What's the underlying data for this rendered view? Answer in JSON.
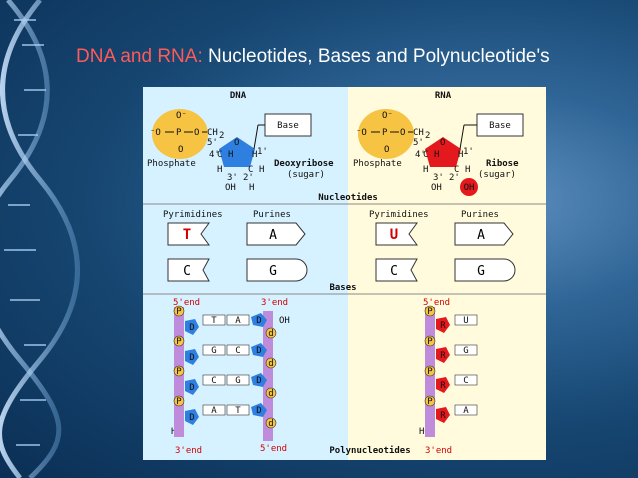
{
  "slide": {
    "title_accent": "DNA and RNA:",
    "title_rest": "Nucleotides, Bases and Polynucleotide's"
  },
  "figure": {
    "dna_header": "DNA",
    "rna_header": "RNA",
    "nucleotides": {
      "o_minus": "O⁻",
      "o_minus_left": "⁻O",
      "p": "P",
      "o": "O",
      "ch2": "CH",
      "ch2_sub": "2",
      "c5": "5'",
      "c4": "4'",
      "c1": "1'",
      "c3": "3'",
      "c2": "2'",
      "c": "C",
      "h": "H",
      "oh": "OH",
      "base_label": "Base",
      "phosphate_label": "Phosphate",
      "deoxyribose_label": "Deoxyribose",
      "ribose_label": "Ribose",
      "sugar_label": "(sugar)",
      "section_label": "Nucleotides"
    },
    "bases": {
      "pyrimidines_label": "Pyrimidines",
      "purines_label": "Purines",
      "dna": {
        "t": "T",
        "a": "A",
        "c": "C",
        "g": "G"
      },
      "rna": {
        "u": "U",
        "a": "A",
        "c": "C",
        "g": "G"
      },
      "section_label": "Bases"
    },
    "poly": {
      "five_end": "5'end",
      "three_end": "3'end",
      "oh": "OH",
      "ho": "HO",
      "p": "P",
      "d": "D",
      "r": "R",
      "dna_pairs": [
        [
          "T",
          "A"
        ],
        [
          "G",
          "C"
        ],
        [
          "C",
          "G"
        ],
        [
          "A",
          "T"
        ]
      ],
      "rna_bases": [
        "U",
        "G",
        "C",
        "A"
      ],
      "section_label": "Polynucleotides"
    }
  },
  "colors": {
    "background": "#164671",
    "title_accent": "#ff5a5a",
    "dna_panel": "#d6f1ff",
    "rna_panel": "#fffbdc",
    "phosphate": "#f6c343",
    "deoxyribose": "#2e7fe0",
    "ribose": "#e3191e",
    "backbone": "#bf8cdb"
  }
}
